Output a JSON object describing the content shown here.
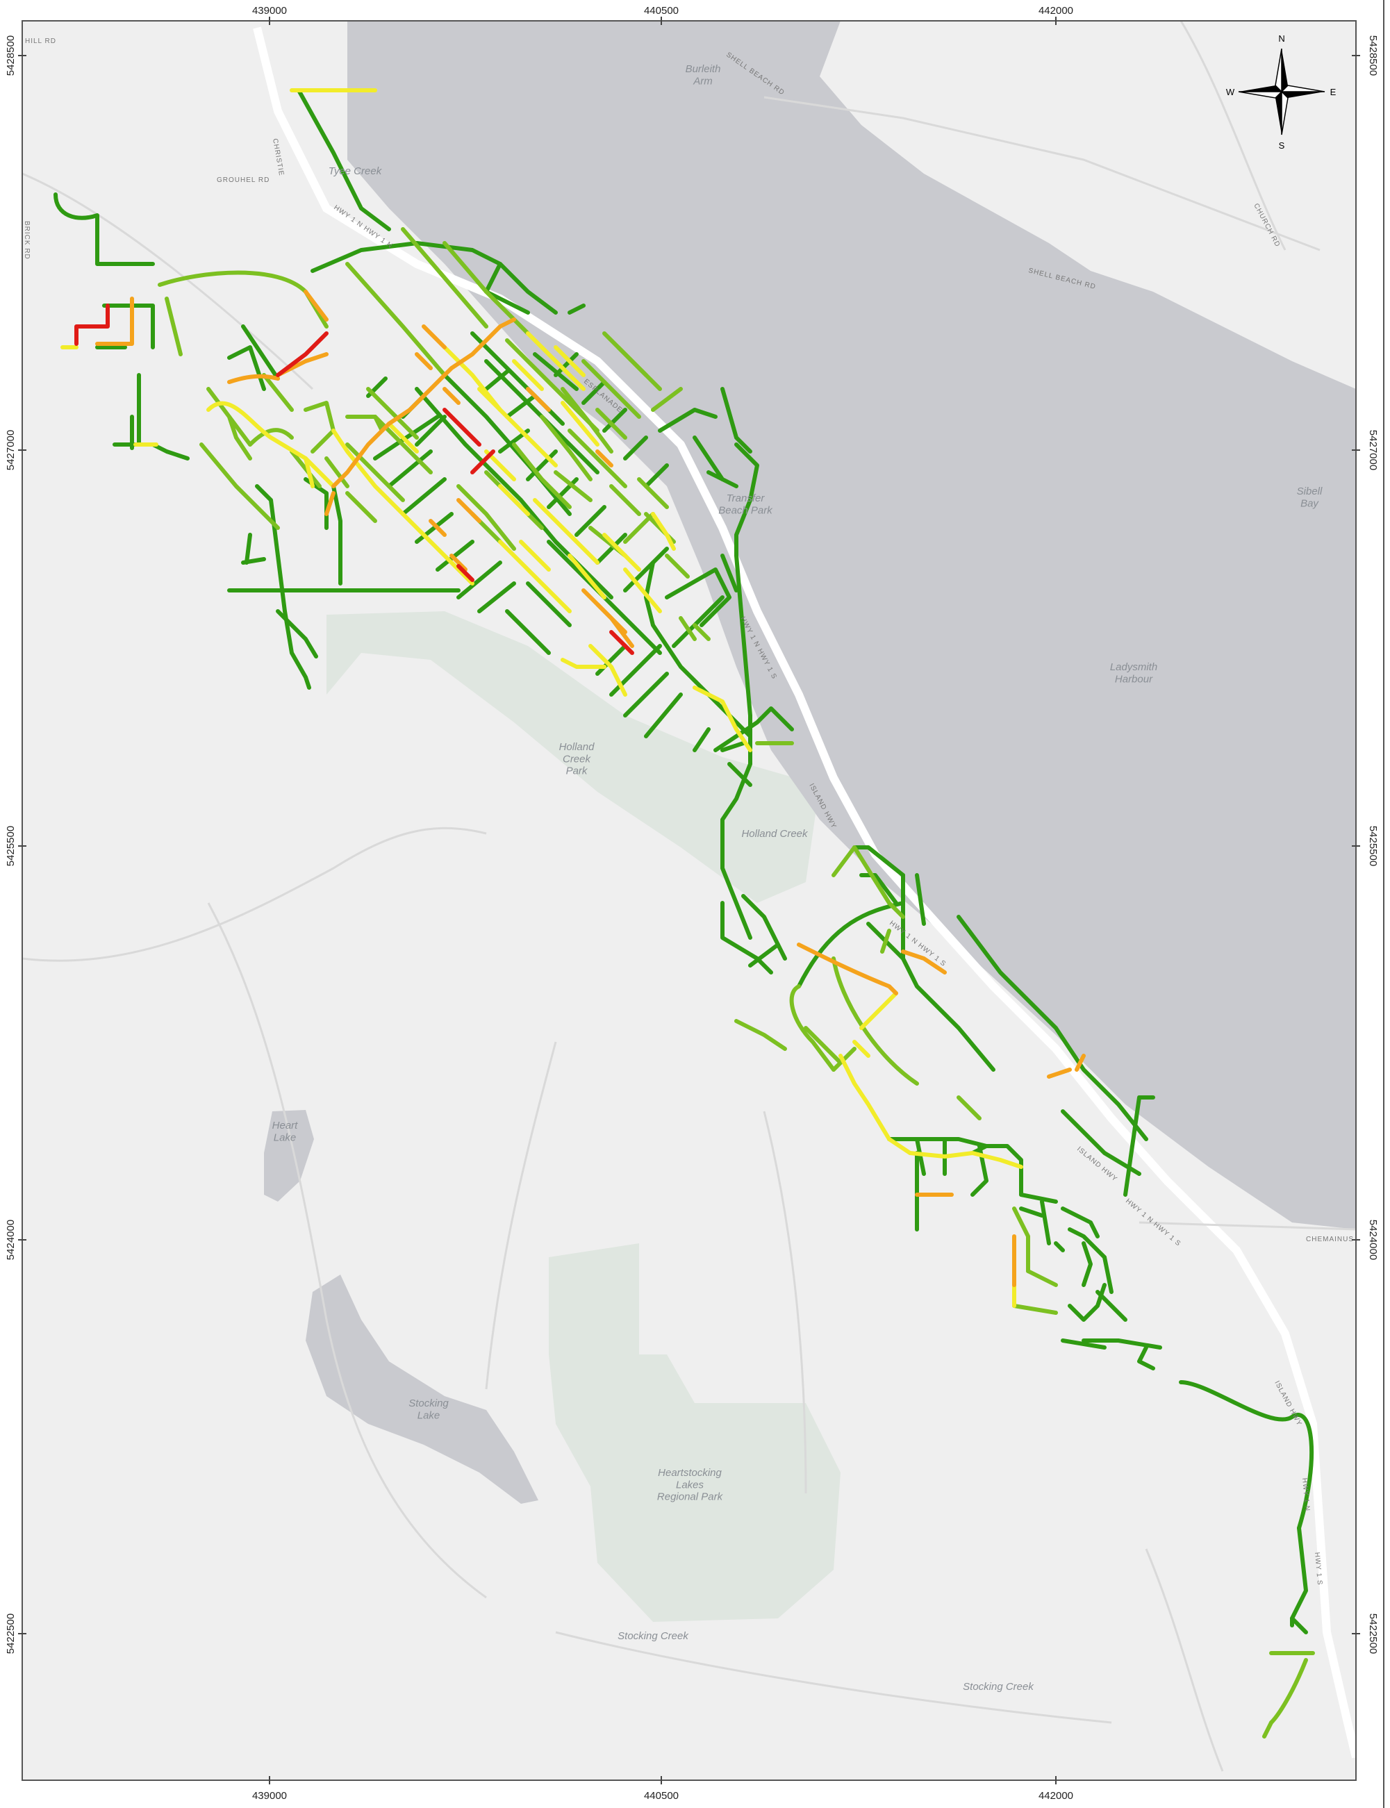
{
  "colors": {
    "background": "#ffffff",
    "land": "#efefef",
    "water": "#c9cacf",
    "park": "#dfe6e0",
    "major_road": "#ffffff",
    "grid_border": "#555555",
    "condition_very_good": "#2f9a12",
    "condition_good": "#7cc021",
    "condition_fair": "#f2ec2a",
    "condition_poor": "#f5a31c",
    "condition_very_poor": "#e01b16"
  },
  "axes": {
    "x_ticks": [
      "439000",
      "440500",
      "442000"
    ],
    "y_ticks": [
      "5428500",
      "5427000",
      "5425500",
      "5424000",
      "5422500"
    ]
  },
  "compass": {
    "n": "N",
    "s": "S",
    "e": "E",
    "w": "W"
  },
  "place_labels": {
    "burleith_arm": "Burleith\nArm",
    "trader_beach_park": "Transfer\nBeach Park",
    "holland_creek_park": "Holland\nCreek\nPark",
    "holland_creek": "Holland Creek",
    "ladysmith_harbour": "Ladysmith\nHarbour",
    "sibell_bay": "Sibell\nBay",
    "heart_lake": "Heart\nLake",
    "stocking_lake": "Stocking\nLake",
    "heartstocking_park": "Heartstocking\nLakes\nRegional Park",
    "stocking_creek_1": "Stocking Creek",
    "stocking_creek_2": "Stocking Creek",
    "tyee_creek": "Tyee Creek"
  },
  "road_labels": {
    "shell_beach_rd_1": "SHELL BEACH RD",
    "shell_beach_rd_2": "SHELL BEACH RD",
    "church_rd": "CHURCH RD",
    "chemainus_rd": "CHEMAINUS",
    "hwy_north": "HWY 1 N HWY 1 N",
    "esplanade": "ESPLANADE",
    "hwy_mid": "HWY 1 N HWY 1 S",
    "island_hwy_1": "ISLAND HWY",
    "hwy_south_1": "HWY 1 N HWY 1 S",
    "island_hwy_2": "ISLAND HWY",
    "hwy_south_2": "HWY 1 N HWY 1 S",
    "island_hwy_3": "ISLAND HWY",
    "hwy_south_3": "HWY 1 N",
    "hwy_south_4": "HWY 1 S",
    "grouhel_rd": "GROUHEL RD",
    "hill_rd": "HILL RD",
    "christie": "CHRISTIE",
    "brick_rd": "BRICK RD"
  }
}
